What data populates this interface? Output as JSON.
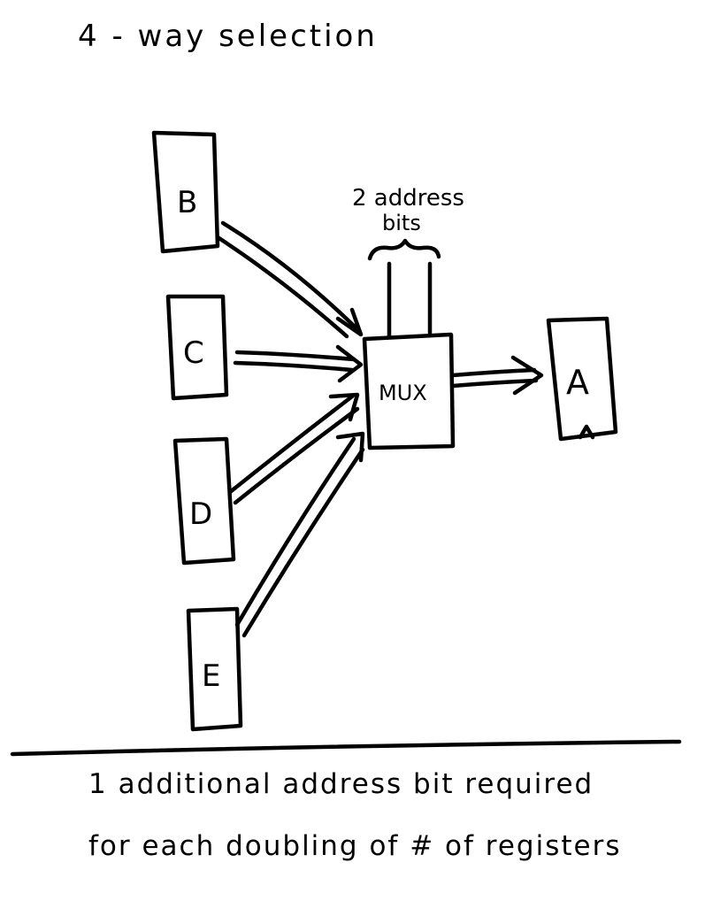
{
  "title": "4 - way selection",
  "registers": {
    "B": "B",
    "C": "C",
    "D": "D",
    "E": "E",
    "A": "A"
  },
  "mux_label": "MUX",
  "address": {
    "line1": "2 address",
    "line2": "bits"
  },
  "footer": {
    "line1": "1 additional address bit required",
    "line2": "for each doubling of # of registers"
  }
}
